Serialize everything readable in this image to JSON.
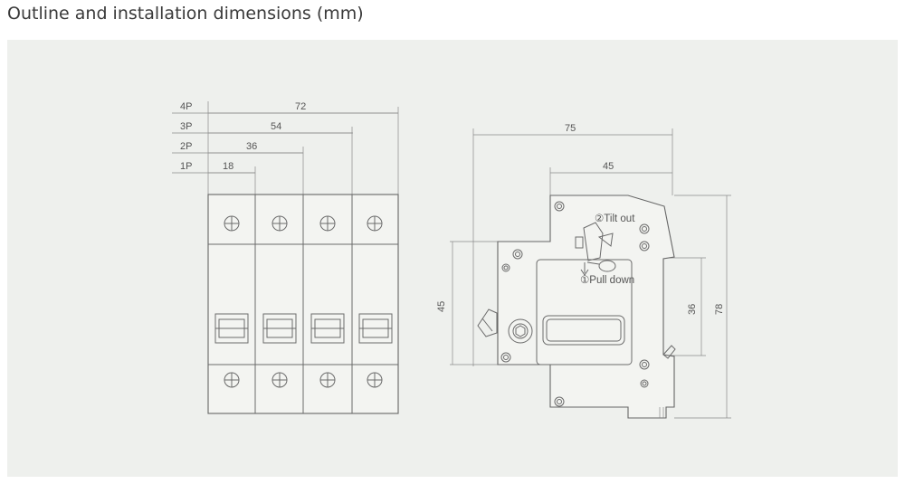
{
  "page": {
    "title": "Outline and installation dimensions (mm)"
  },
  "front_view": {
    "pole_rows": [
      {
        "pole": "4P",
        "dimension": "72"
      },
      {
        "pole": "3P",
        "dimension": "54"
      },
      {
        "pole": "2P",
        "dimension": "36"
      },
      {
        "pole": "1P",
        "dimension": "18"
      }
    ]
  },
  "side_view": {
    "dimensions": {
      "overall_depth": "75",
      "front_depth": "45",
      "front_height": "45",
      "rail_height": "36",
      "overall_height": "78"
    },
    "annotations": {
      "tilt_out": "②Tilt out",
      "pull_down": "①Pull down"
    }
  },
  "colors": {
    "background": "#ffffff",
    "panel": "#eef0ed",
    "line": "#6b6b6b",
    "text": "#555555"
  }
}
